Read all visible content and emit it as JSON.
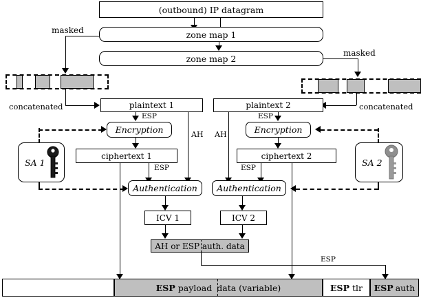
{
  "diagram": {
    "title_box": {
      "label": "(outbound) IP datagram"
    },
    "zone_maps": [
      {
        "label": "zone map 1"
      },
      {
        "label": "zone map 2"
      }
    ],
    "masked_labels": [
      {
        "label": "masked"
      },
      {
        "label": "masked"
      }
    ],
    "concatenated_labels": [
      {
        "label": "concatenated"
      },
      {
        "label": "concatenated"
      }
    ],
    "plaintexts": [
      {
        "label": "plaintext 1"
      },
      {
        "label": "plaintext 2"
      }
    ],
    "encryption_boxes": [
      {
        "label": "Encryption"
      },
      {
        "label": "Encryption"
      }
    ],
    "ciphertexts": [
      {
        "label": "ciphertext 1"
      },
      {
        "label": "ciphertext 2"
      }
    ],
    "authentication_boxes": [
      {
        "label": "Authentication"
      },
      {
        "label": "Authentication"
      }
    ],
    "icv_boxes": [
      {
        "label": "ICV  1"
      },
      {
        "label": "ICV  2"
      }
    ],
    "auth_data_box": {
      "label": "AH or ESP auth. data"
    },
    "sa_boxes": [
      {
        "label": "SA 1",
        "key_color": "#1a1a1a"
      },
      {
        "label": "SA 2",
        "key_color": "#909090"
      }
    ],
    "protocol_labels": {
      "esp_plaintext_1": "ESP",
      "esp_plaintext_2": "ESP",
      "esp_ciphertext_1": "ESP",
      "esp_ciphertext_2": "ESP",
      "ah_left": "AH",
      "ah_right": "AH",
      "esp_bottom": "ESP"
    },
    "packet_strip": {
      "segments": [
        {
          "name": "header",
          "label": "",
          "fill": "#ffffff"
        },
        {
          "name": "esp-payload-data",
          "label_bold": "ESP",
          "label_rest": "payload",
          "fill": "#bfbfbf"
        },
        {
          "name": "data-variable",
          "label": "data (variable)",
          "fill": "#bfbfbf"
        },
        {
          "name": "esp-trailer",
          "label_bold": "ESP",
          "label_rest": "tlr",
          "fill": "#ffffff"
        },
        {
          "name": "esp-auth",
          "label_bold": "ESP",
          "label_rest": "auth",
          "fill": "#bfbfbf"
        }
      ]
    },
    "colors": {
      "gray_fill": "#bfbfbf",
      "line": "#000000",
      "background": "#ffffff"
    }
  }
}
